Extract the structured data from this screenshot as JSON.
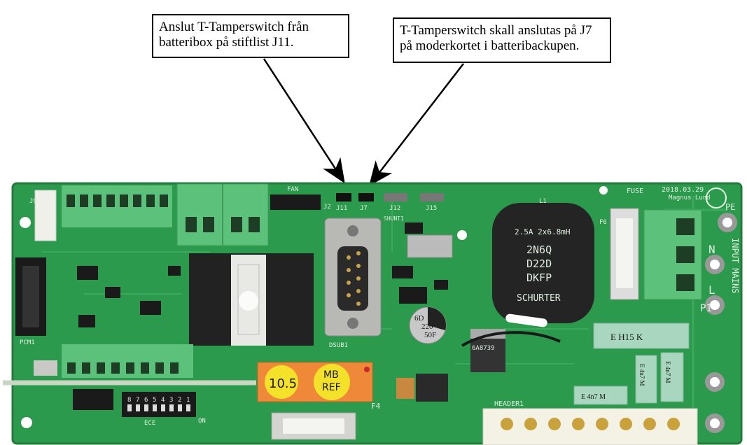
{
  "callouts": {
    "left": [
      "Anslut T-Tamperswitch från",
      "batteribox på stiftlist J11."
    ],
    "right": [
      "T-Tamperswitch skall anslutas på J7",
      "på moderkortet i batteribackupen."
    ]
  },
  "board": {
    "header_labels": [
      "J11",
      "J7",
      "J12",
      "J15",
      "FAN",
      "J2",
      "J9"
    ],
    "edge_labels": [
      "DSUB1",
      "PCM1",
      "HEADER1",
      "FUSE",
      "INPUT MAINS",
      "PE",
      "N",
      "L",
      "P1",
      "L1",
      "F4",
      "F6"
    ],
    "inductor_text": [
      "2.5A 2x6.8mH",
      "2N6Q",
      "D22D",
      "DKFP",
      "SCHURTER"
    ],
    "film_cap_text": [
      "E H15 K",
      "E 4n7 M",
      "E 4n7 M",
      "E 4n7 M"
    ],
    "elcap_text": [
      "6D",
      "220",
      "50F"
    ],
    "relay_stickers": [
      "10.5",
      "MB",
      "REF"
    ],
    "corner_text": [
      "2018.03.29",
      "Magnus Lund"
    ],
    "dip_numbers": [
      "1",
      "2",
      "3",
      "4",
      "5",
      "6",
      "7",
      "8"
    ],
    "dip_labels": [
      "ON",
      "ECE"
    ],
    "mosfet_label": "6A8739",
    "misc_label": "SHUNT1"
  },
  "colors": {
    "pcb": "#2c9a4d",
    "terminal": "#5cc17a",
    "relay": "#f0883a",
    "sticker": "#f4e12a"
  }
}
